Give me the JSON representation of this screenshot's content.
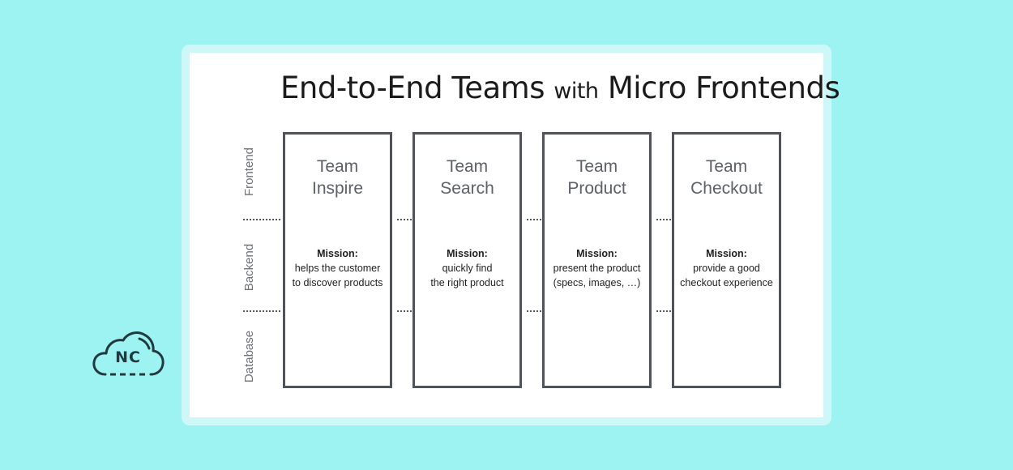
{
  "title": {
    "main": "End-to-End Teams",
    "connector": "with",
    "tail": "Micro Frontends"
  },
  "layers": [
    "Frontend",
    "Backend",
    "Database"
  ],
  "teams": [
    {
      "name_line1": "Team",
      "name_line2": "Inspire",
      "mission_label": "Mission:",
      "mission_line1": "helps the customer",
      "mission_line2": "to discover products"
    },
    {
      "name_line1": "Team",
      "name_line2": "Search",
      "mission_label": "Mission:",
      "mission_line1": "quickly find",
      "mission_line2": "the right product"
    },
    {
      "name_line1": "Team",
      "name_line2": "Product",
      "mission_label": "Mission:",
      "mission_line1": "present the product",
      "mission_line2": "(specs, images, …)"
    },
    {
      "name_line1": "Team",
      "name_line2": "Checkout",
      "mission_label": "Mission:",
      "mission_line1": "provide a good",
      "mission_line2": "checkout experience"
    }
  ],
  "logo": {
    "text": "NC",
    "icon": "cloud-logo-icon"
  },
  "colors": {
    "background": "#9df3f1",
    "box_border": "#4f545b",
    "team_text": "#5d6168",
    "logo": "#213a40"
  }
}
